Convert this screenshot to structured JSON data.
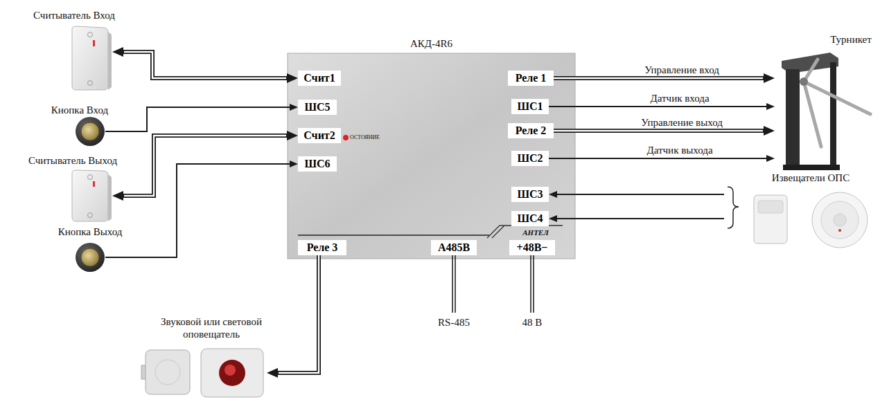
{
  "diagram": {
    "nodes": [
      {
        "text": [
          "Считыватель Вход"
        ]
      },
      {
        "text": [
          "АКД-4R6"
        ]
      },
      {
        "text": [
          "Счит1"
        ],
        "in": 1
      },
      {
        "text": [
          "ШС5"
        ],
        "in": 1
      },
      {
        "text": [
          "Счит2"
        ],
        "in": 1
      },
      {
        "text": [
          "ШС6"
        ],
        "in": 1
      },
      {
        "text": [
          "Реле 1"
        ],
        "in": 1
      },
      {
        "text": [
          "ШС1"
        ],
        "in": 1
      },
      {
        "text": [
          "Реле 2"
        ],
        "in": 1
      },
      {
        "text": [
          "ШС2"
        ],
        "in": 1
      },
      {
        "text": [
          "ШС3"
        ],
        "in": 1
      },
      {
        "text": [
          "ШС4"
        ],
        "in": 1
      },
      {
        "text": [
          "Реле 3"
        ],
        "in": 1
      },
      {
        "text": [
          "А485В"
        ],
        "in": 1
      },
      {
        "text": [
          "+48В−"
        ],
        "in": 1
      },
      {
        "text": [
          "Турникет"
        ]
      },
      {
        "text": [
          "Кнопка Вход"
        ]
      },
      {
        "text": [
          "Считыватель Выход"
        ]
      },
      {
        "text": [
          "Кнопка Выход"
        ]
      },
      {
        "text": [
          "Извещатели ОПС"
        ]
      },
      {
        "text": [
          "Звуковой или световой оповещатель"
        ]
      }
    ],
    "edges": [
      {
        "from": 2,
        "to": 0,
        "arrow": "both"
      },
      {
        "from": 16,
        "to": 3,
        "arrow": "to"
      },
      {
        "from": 4,
        "to": 17,
        "arrow": "both"
      },
      {
        "from": 18,
        "to": 5,
        "arrow": "to"
      },
      {
        "from": 6,
        "to": 15,
        "arrow": "to",
        "label": "Управление вход"
      },
      {
        "from": 7,
        "to": 15,
        "arrow": "to",
        "label": "Датчик входа"
      },
      {
        "from": 8,
        "to": 15,
        "arrow": "to",
        "label": "Управление выход"
      },
      {
        "from": 9,
        "to": 15,
        "arrow": "to",
        "label": "Датчик выхода"
      },
      {
        "from": 19,
        "to": 10,
        "arrow": "to"
      },
      {
        "from": 19,
        "to": 11,
        "arrow": "to"
      },
      {
        "from": 12,
        "to": 20,
        "arrow": "to"
      }
    ],
    "labels": [
      "ОСТОЯНИЕ",
      "АНТЕЛ",
      "RS-485",
      "48 В"
    ]
  }
}
